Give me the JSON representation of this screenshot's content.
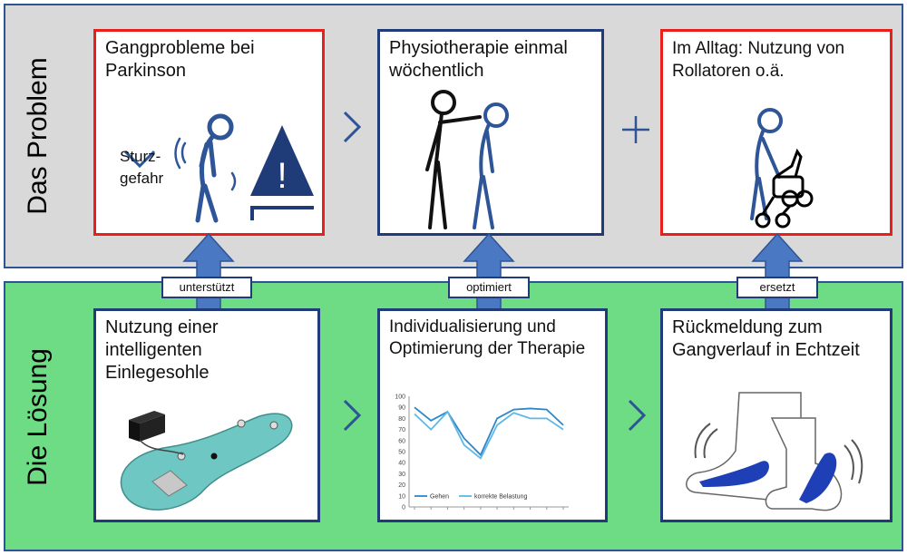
{
  "problem": {
    "label": "Das Problem",
    "cards": [
      {
        "text": "Gangprobleme bei Parkinson",
        "note": "Sturz-\ngefahr"
      },
      {
        "text": "Physiotherapie einmal wöchentlich"
      },
      {
        "text": "Im Alltag: Nutzung von Rollatoren o.ä."
      }
    ],
    "connectors": [
      "›",
      "+"
    ]
  },
  "solution": {
    "label": "Die Lösung",
    "cards": [
      {
        "text": "Nutzung einer intelligenten Einlegesohle"
      },
      {
        "text": "Individualisierung und Optimierung der Therapie"
      },
      {
        "text": "Rückmeldung zum Gangverlauf in Echtzeit"
      }
    ],
    "connectors": [
      "›",
      "›"
    ]
  },
  "links": [
    "unterstützt",
    "optimiert",
    "ersetzt"
  ],
  "colors": {
    "problem_bg": "#d9d9d9",
    "solution_bg": "#6ddc84",
    "red_border": "#e8201c",
    "blue_border": "#1f3b78",
    "arrow": "#4a78c2",
    "figure": "#2e5597"
  },
  "chart_data": {
    "type": "line",
    "title": "",
    "x": [
      1,
      2,
      3,
      4,
      5,
      6,
      7,
      8,
      9,
      10,
      11
    ],
    "series": [
      {
        "name": "Gehen",
        "values": [
          90,
          78,
          86,
          62,
          47,
          80,
          88,
          89,
          88,
          74
        ]
      },
      {
        "name": "korrekte Belastung",
        "values": [
          84,
          70,
          86,
          56,
          44,
          74,
          85,
          80,
          80,
          70
        ]
      }
    ],
    "ylim": [
      0,
      100
    ],
    "yticks": [
      "0",
      "10",
      "20",
      "30",
      "40",
      "50",
      "60",
      "70",
      "80",
      "90",
      "100"
    ],
    "legend": "bottom",
    "colors": [
      "#2e86c8",
      "#5fb7e6"
    ]
  }
}
